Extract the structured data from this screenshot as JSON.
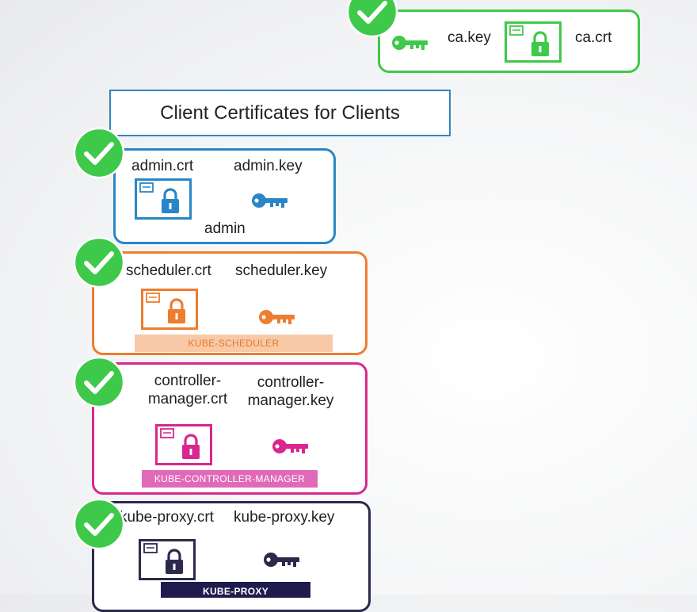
{
  "ca": {
    "key_label": "ca.key",
    "cert_label": "ca.crt",
    "color": "#3ec94a"
  },
  "title": "Client Certificates for Clients",
  "clients": {
    "admin": {
      "crt": "admin.crt",
      "key": "admin.key",
      "user": "admin",
      "color": "#2a86c6"
    },
    "scheduler": {
      "crt": "scheduler.crt",
      "key": "scheduler.key",
      "banner": "KUBE-SCHEDULER",
      "color": "#ee7d2e",
      "banner_bg": "#f8c9a6",
      "banner_fg": "#e8782b"
    },
    "controller": {
      "crt": "controller-\nmanager.crt",
      "key": "controller-\nmanager.key",
      "banner": "KUBE-CONTROLLER-MANAGER",
      "color": "#d9278f",
      "banner_bg": "#e06ab8",
      "banner_fg": "#ffffff"
    },
    "proxy": {
      "crt": "kube-proxy.crt",
      "key": "kube-proxy.key",
      "banner": "KUBE-PROXY",
      "color": "#2b2a4c",
      "banner_bg": "#1f1b4d",
      "banner_fg": "#ffffff"
    }
  },
  "icons": [
    "check-circle-icon",
    "key-icon",
    "certificate-icon",
    "lock-icon"
  ]
}
